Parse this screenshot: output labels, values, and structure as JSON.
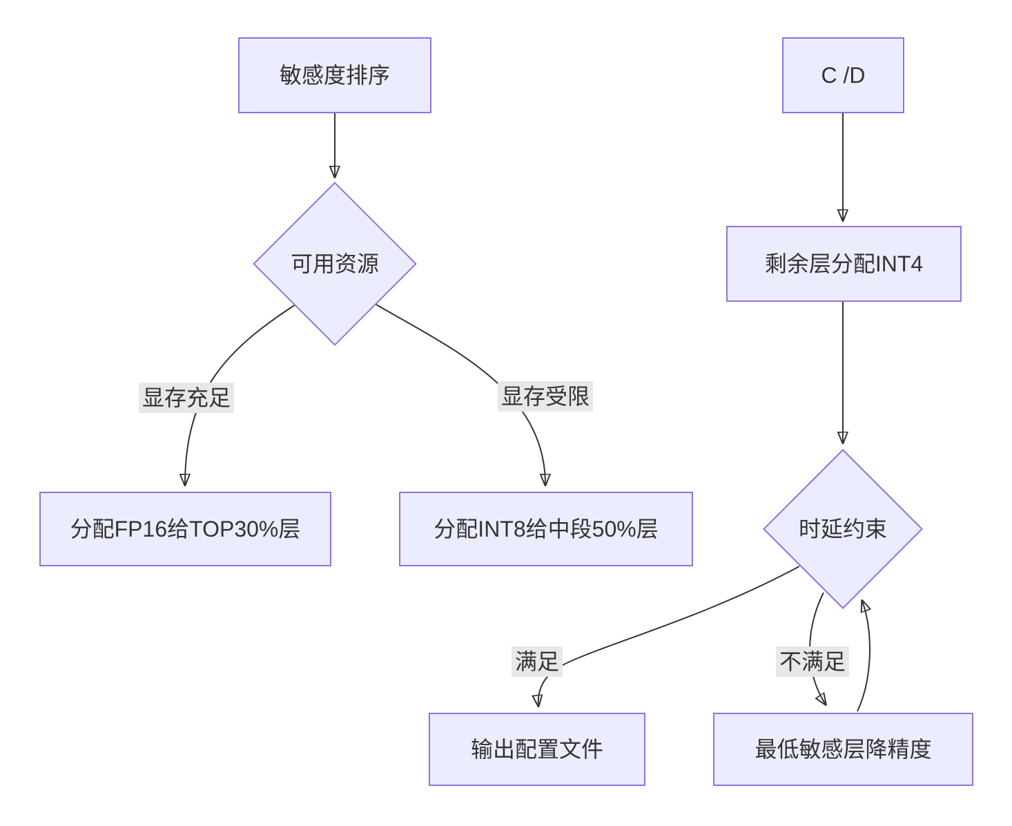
{
  "diagram": {
    "type": "flowchart",
    "nodes": {
      "sort": {
        "label": "敏感度排序",
        "shape": "rect"
      },
      "resource": {
        "label": "可用资源",
        "shape": "diamond"
      },
      "fp16": {
        "label": "分配FP16给TOP30%层",
        "shape": "rect"
      },
      "int8": {
        "label": "分配INT8给中段50%层",
        "shape": "rect"
      },
      "cd": {
        "label": "C /D",
        "shape": "rect"
      },
      "int4": {
        "label": "剩余层分配INT4",
        "shape": "rect"
      },
      "latency": {
        "label": "时延约束",
        "shape": "diamond"
      },
      "output": {
        "label": "输出配置文件",
        "shape": "rect"
      },
      "downgrade": {
        "label": "最低敏感层降精度",
        "shape": "rect"
      }
    },
    "edges": [
      {
        "from": "sort",
        "to": "resource",
        "label": ""
      },
      {
        "from": "resource",
        "to": "fp16",
        "label": "显存充足"
      },
      {
        "from": "resource",
        "to": "int8",
        "label": "显存受限"
      },
      {
        "from": "cd",
        "to": "int4",
        "label": ""
      },
      {
        "from": "int4",
        "to": "latency",
        "label": ""
      },
      {
        "from": "latency",
        "to": "output",
        "label": "满足"
      },
      {
        "from": "latency",
        "to": "downgrade",
        "label": "不满足"
      },
      {
        "from": "downgrade",
        "to": "latency",
        "label": ""
      }
    ],
    "colors": {
      "node_fill": "#ECECFF",
      "node_border": "#9370DB",
      "edge_line": "#333333",
      "edge_label_bg": "#e8e8e8",
      "text": "#333333",
      "background": "#ffffff"
    }
  }
}
